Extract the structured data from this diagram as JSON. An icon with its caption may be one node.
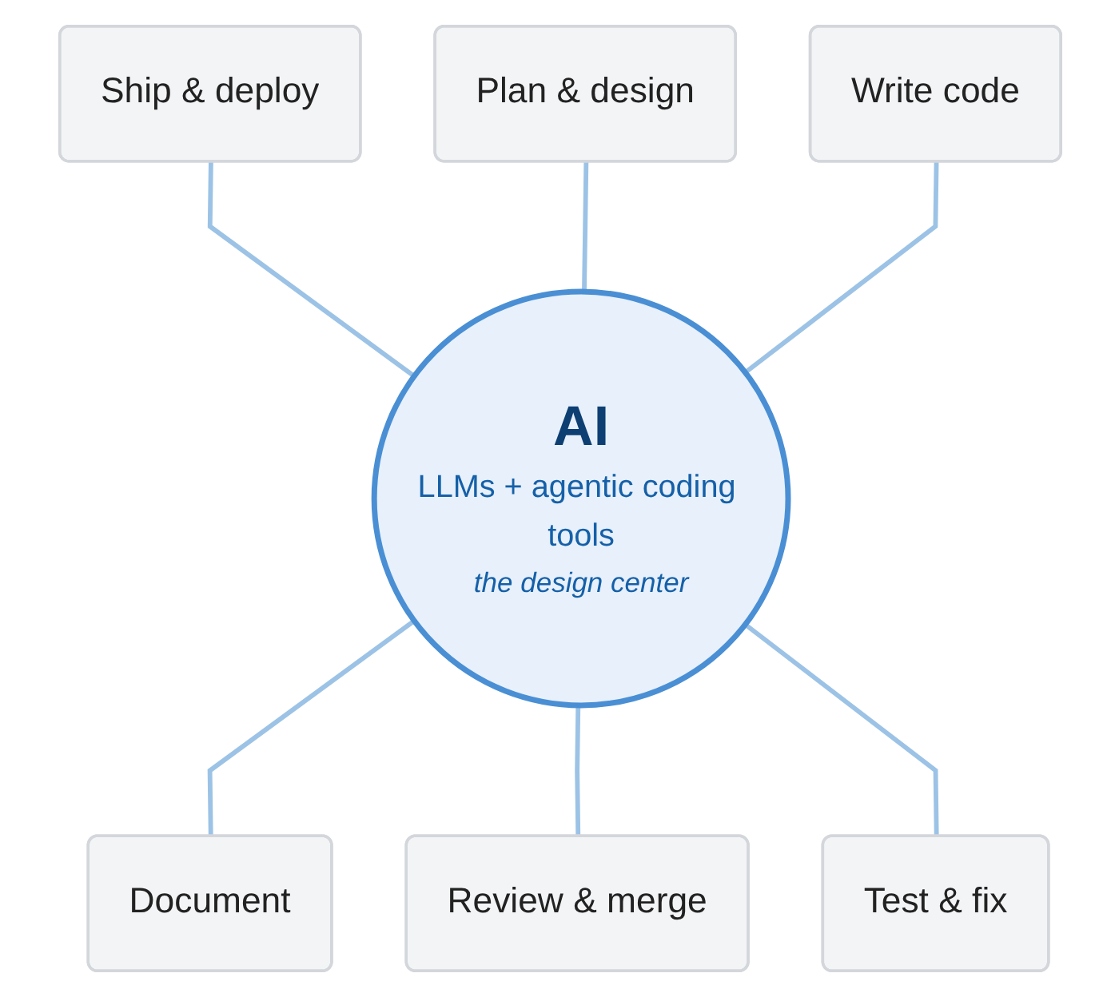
{
  "diagram": {
    "nodes": [
      {
        "text": [
          "Plan & design"
        ]
      },
      {
        "text": [
          "Ship & deploy"
        ]
      },
      {
        "text": [
          "Write code"
        ]
      },
      {
        "text": [
          "AI",
          "LLMs + agentic coding tools",
          "the design center"
        ]
      },
      {
        "text": [
          "Document"
        ]
      },
      {
        "text": [
          "Test & fix"
        ]
      },
      {
        "text": [
          "Review & merge"
        ]
      }
    ],
    "edges": [
      {
        "from": 1,
        "to": 3,
        "arrow": "none"
      },
      {
        "from": 0,
        "to": 3,
        "arrow": "none"
      },
      {
        "from": 2,
        "to": 3,
        "arrow": "none"
      },
      {
        "from": 3,
        "to": 4,
        "arrow": "none"
      },
      {
        "from": 3,
        "to": 6,
        "arrow": "none"
      },
      {
        "from": 3,
        "to": 5,
        "arrow": "none"
      }
    ]
  }
}
